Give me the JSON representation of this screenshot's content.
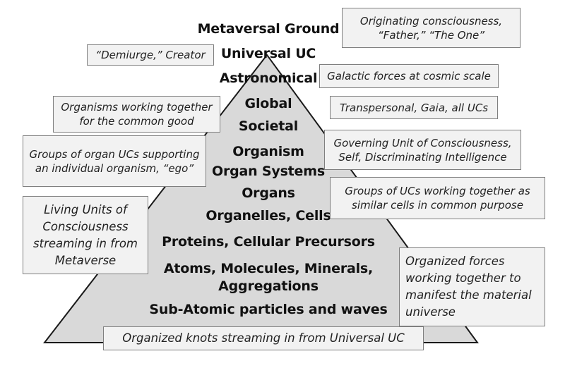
{
  "levels": [
    "Metaversal Ground",
    "Universal UC",
    "Astronomical",
    "Global",
    "Societal",
    "Organism",
    "Organ Systems",
    "Organs",
    "Organelles, Cells",
    "Proteins, Cellular Precursors",
    "Atoms, Molecules, Minerals,",
    "Aggregations",
    "Sub-Atomic particles and waves"
  ],
  "callouts": {
    "originating": "Originating consciousness, “Father,” “The One”",
    "demiurge": "“Demiurge,” Creator",
    "galactic": "Galactic forces at cosmic scale",
    "organisms_together": "Organisms working together for the common good",
    "transpersonal": "Transpersonal, Gaia, all UCs",
    "organ_ucs": "Groups of organ UCs supporting an individual organism, “ego”",
    "governing": "Governing Unit of Consciousness, Self, Discriminating Intelligence",
    "groups_cells": "Groups of UCs working together as similar cells in common purpose",
    "living_units": "Living Units of Consciousness streaming in from Metaverse",
    "organized_forces": "Organized forces working together to manifest the material universe",
    "organized_knots": "Organized knots streaming in from Universal UC"
  },
  "colors": {
    "triangle_fill": "#d9d9d9",
    "triangle_stroke": "#1a1a1a",
    "box_fill": "#f2f2f2",
    "box_border": "#7f7f7f"
  }
}
